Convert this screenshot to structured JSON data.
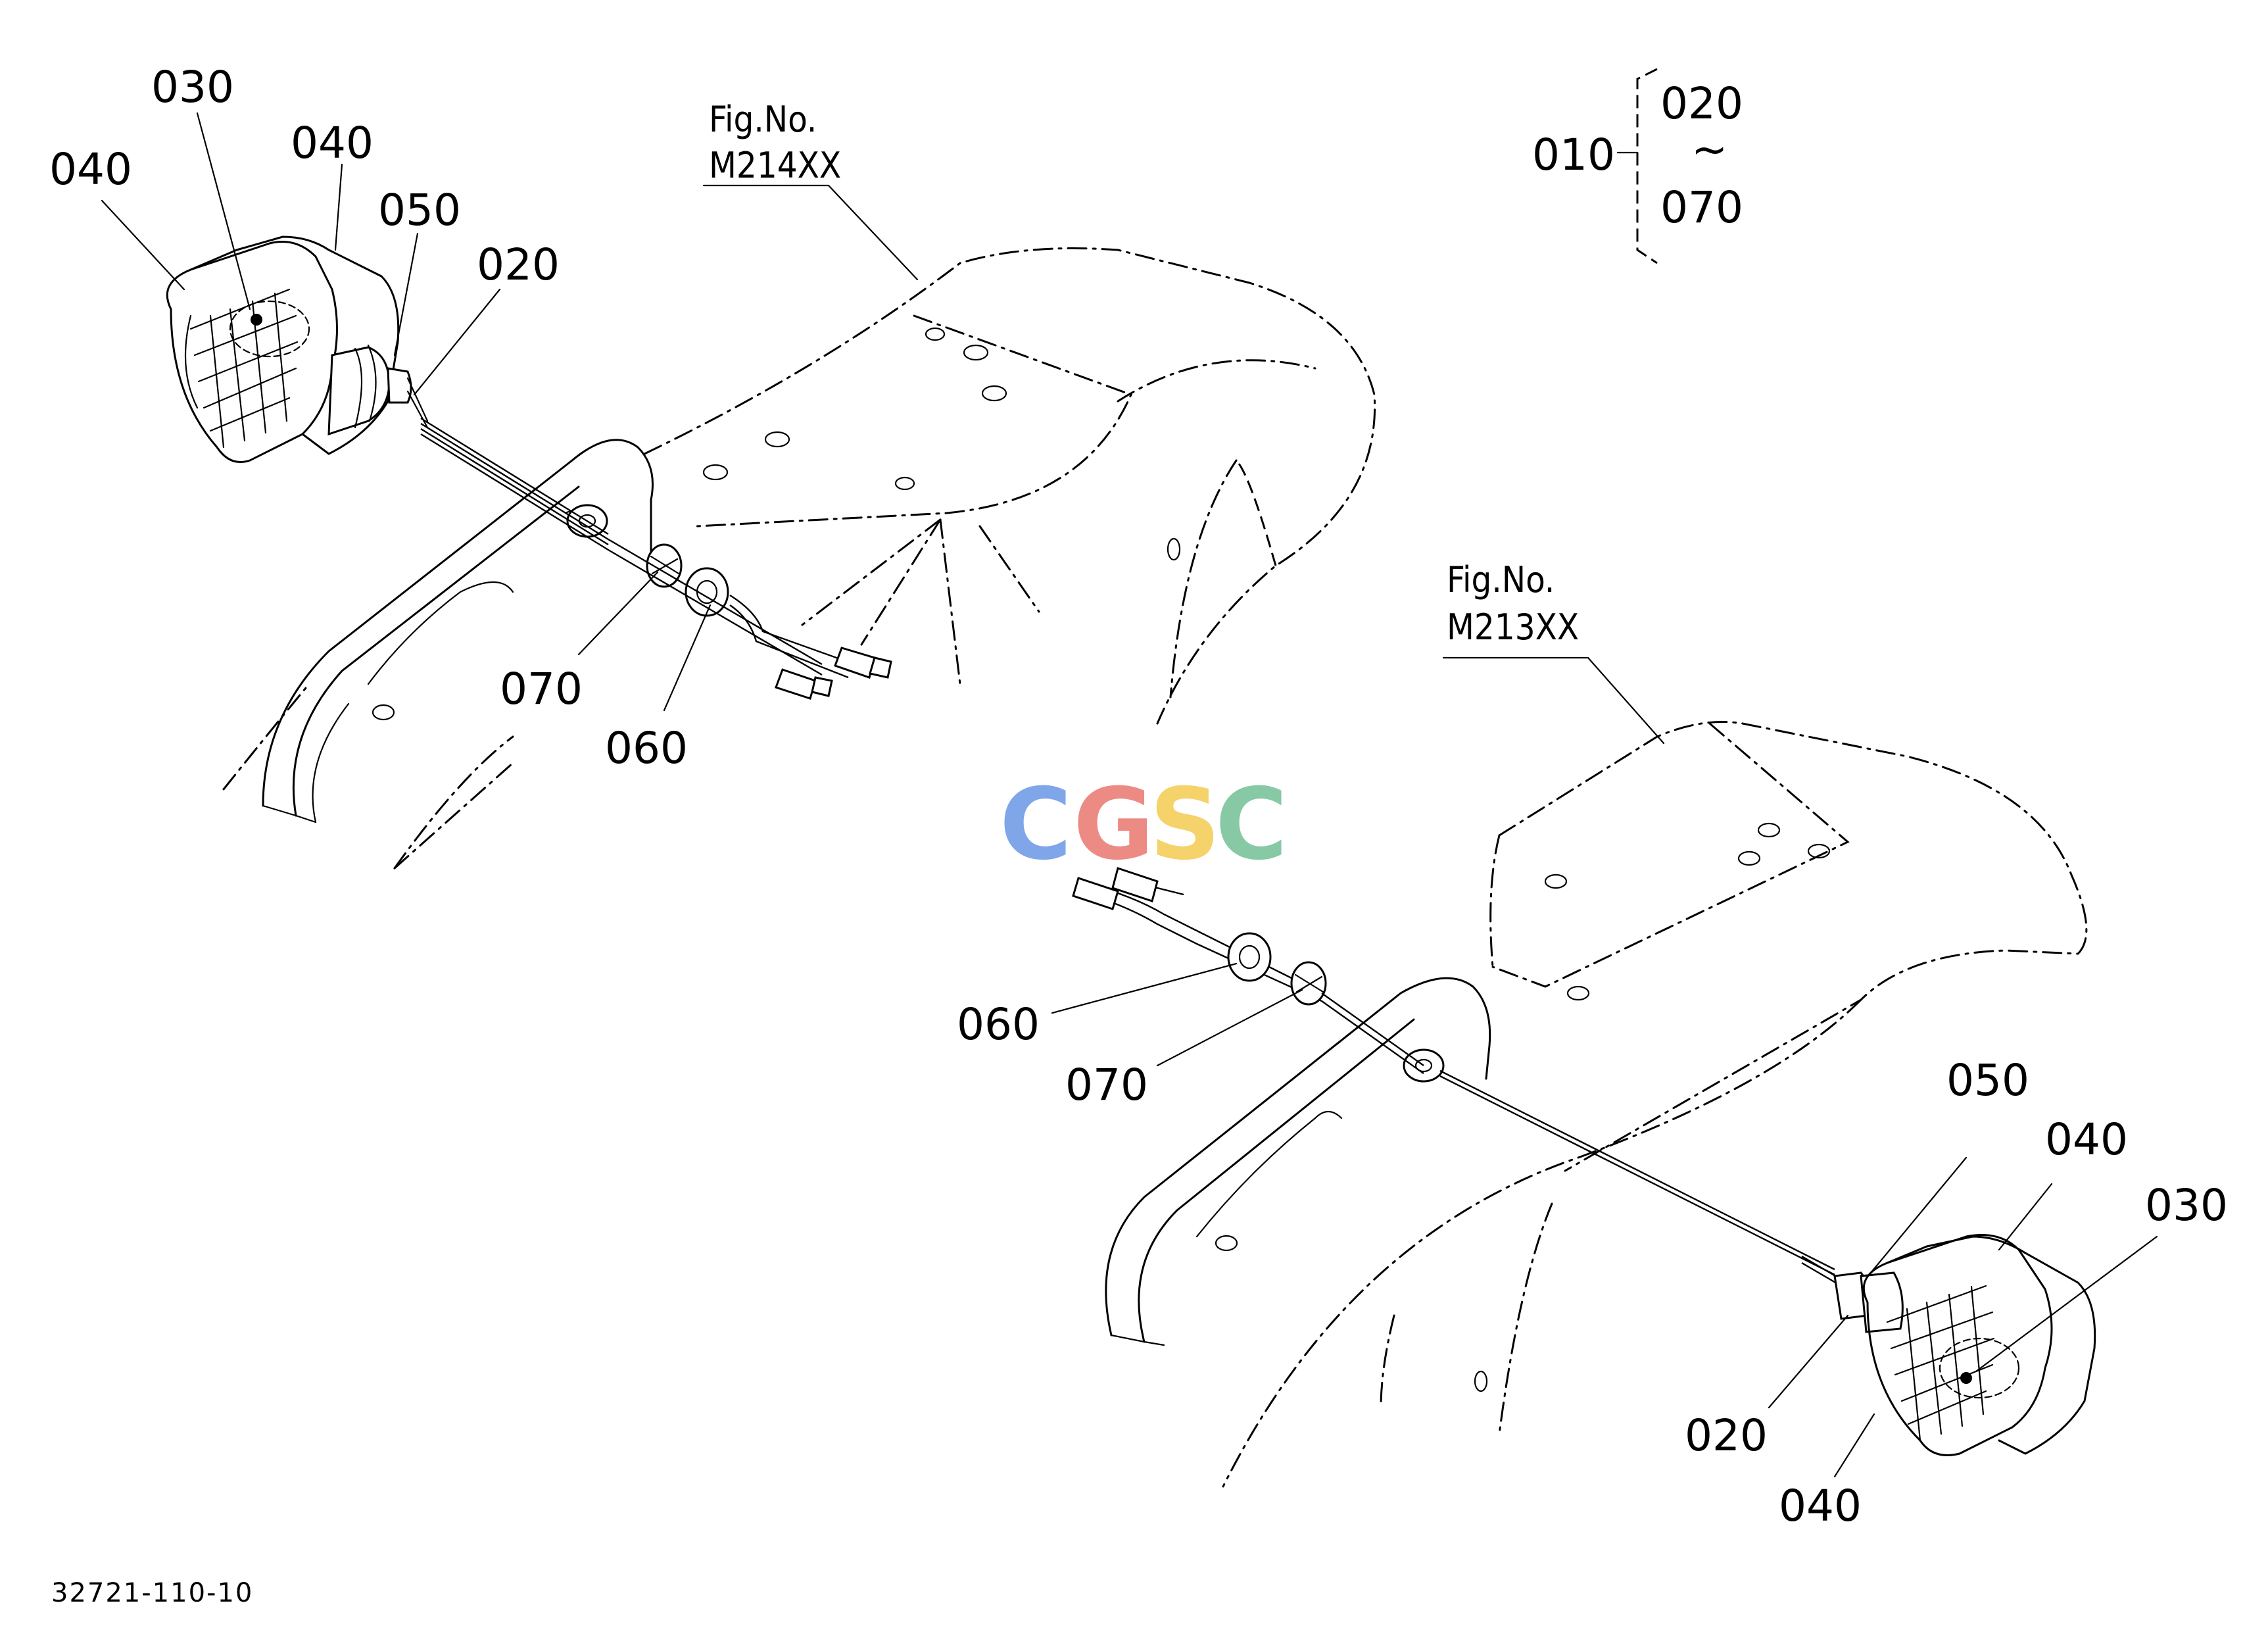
{
  "diagram": {
    "left_assembly": {
      "fig_ref_line1": "Fig.No.",
      "fig_ref_line2": "M214XX",
      "callouts": {
        "c040a": "040",
        "c030": "030",
        "c040b": "040",
        "c050": "050",
        "c020": "020",
        "c070": "070",
        "c060": "060"
      }
    },
    "right_assembly": {
      "fig_ref_line1": "Fig.No.",
      "fig_ref_line2": "M213XX",
      "callouts": {
        "c060": "060",
        "c070": "070",
        "c050": "050",
        "c040a": "040",
        "c030": "030",
        "c020": "020",
        "c040b": "040"
      }
    },
    "kit_bracket": {
      "parent": "010",
      "from": "020",
      "tilde": "~",
      "to": "070"
    },
    "drawing_code": "32721-110-10",
    "watermark": {
      "letters": [
        "C",
        "G",
        "S",
        "C"
      ],
      "colors": [
        "#7fa6e8",
        "#ec8a84",
        "#f5d26a",
        "#86c9a4"
      ]
    }
  }
}
